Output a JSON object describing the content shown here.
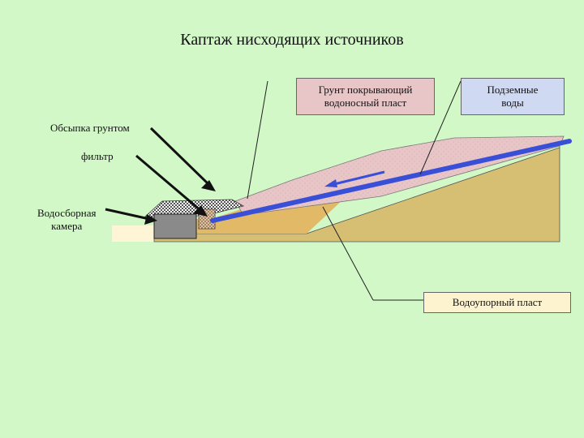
{
  "title": "Каптаж нисходящих источников",
  "labels": {
    "cover_soil": "Грунт покрывающий\nводоносный пласт",
    "groundwater": "Подземные\nводы",
    "backfill": "Обсыпка грунтом",
    "filter": "фильтр",
    "chamber": "Водосборная\nкамера",
    "aquiclude": "Водоупорный пласт"
  },
  "colors": {
    "background": "#d2f8c8",
    "cover_soil": "#e8c6c8",
    "aquiclude": "#d6bf73",
    "foreground_soil": "#e0b96a",
    "water": "#3a4fd8",
    "chamber": "#8a8a8a",
    "callout_blue": "#cfd9f2",
    "callout_pink": "#e8c6c8",
    "callout_cream": "#fdf3cf"
  }
}
